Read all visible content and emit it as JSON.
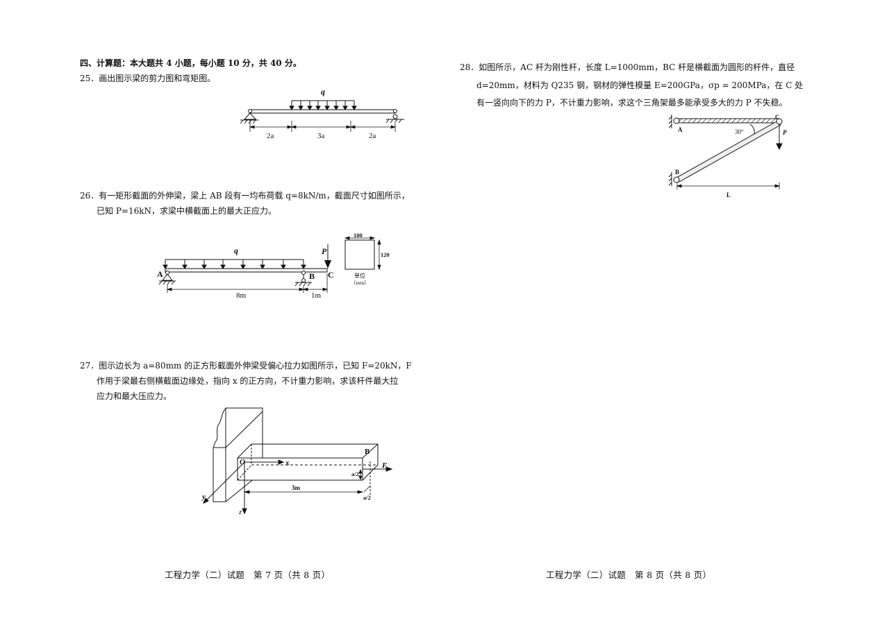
{
  "left_page": {
    "section_header": "四、计算题：本大题共 4 小题，每小题 10 分，共 40 分。",
    "q25": {
      "number": "25．",
      "text": "画出图示梁的剪力图和弯矩图。",
      "figure": {
        "load_label": "q",
        "dims": [
          "2a",
          "3a",
          "2a"
        ]
      }
    },
    "q26": {
      "number": "26．",
      "line1": "有一矩形截面的外伸梁，梁上 AB 段有一均布荷载 q=8kN/m，截面尺寸如图所示，",
      "line2": "已知 P=16kN，求梁中横截面上的最大正应力。",
      "figure": {
        "load_label": "q",
        "force_label": "P",
        "points": [
          "A",
          "B",
          "C"
        ],
        "dims": [
          "8m",
          "1m"
        ],
        "section_width": "100",
        "section_height": "120",
        "unit_label": "单位",
        "unit": "（mm）"
      }
    },
    "q27": {
      "number": "27．",
      "line1": "图示边长为 a=80mm 的正方形截面外伸梁受偏心拉力如图所示，已知 F=20kN，F",
      "line2": "作用于梁最右侧横截面边缘处，指向 x 的正方向，不计重力影响，求该杆件最大拉",
      "line3": "应力和最大压应力。",
      "figure": {
        "origin": "O",
        "axis_x": "x",
        "axis_y": "y",
        "axis_z": "z",
        "point": "B",
        "force": "F",
        "length": "3m",
        "offset1": "a/2",
        "offset2": "a/2"
      }
    },
    "footer": "工程力学（二）试题　第 7 页（共 8 页）"
  },
  "right_page": {
    "q28": {
      "number": "28．",
      "line1": "如图所示，AC 杆为刚性杆，长度 L=1000mm，BC 杆是横截面为圆形的杆件，直径",
      "line2": "d=20mm，材料为 Q235 钢，钢材的弹性模量 E=200GPa，σp = 200MPa，在 C 处",
      "line3": "有一竖向向下的力 P，不计重力影响，求这个三角架最多能承受多大的力 P 不失稳。",
      "figure": {
        "points": [
          "A",
          "B",
          "C"
        ],
        "angle": "30°",
        "force": "P",
        "length": "L"
      }
    },
    "footer": "工程力学（二）试题　第 8 页（共 8 页）"
  }
}
